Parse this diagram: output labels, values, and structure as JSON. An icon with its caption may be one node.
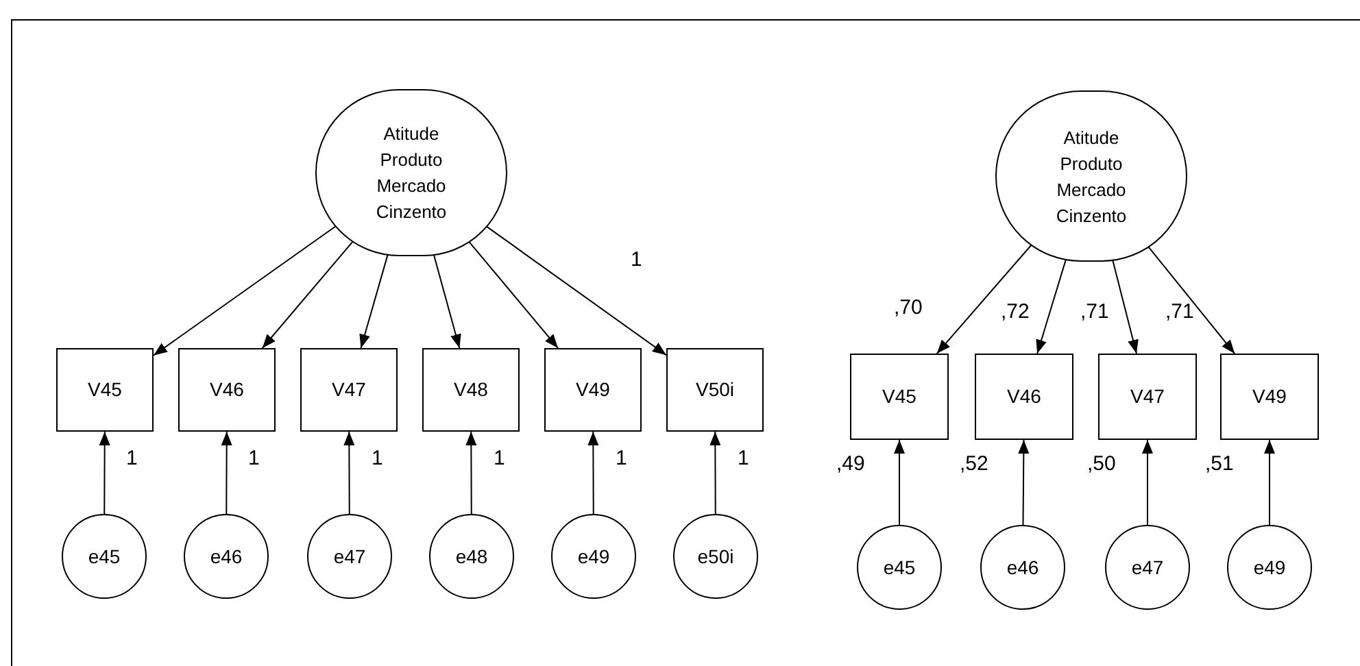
{
  "diagram": {
    "nodes": [
      {
        "text": [
          "Atitude Produto Mercado Cinzento"
        ]
      },
      {
        "text": [
          "V45"
        ]
      },
      {
        "text": [
          "V46"
        ]
      },
      {
        "text": [
          "V47"
        ]
      },
      {
        "text": [
          "V48"
        ]
      },
      {
        "text": [
          "V49"
        ]
      },
      {
        "text": [
          "V50i"
        ]
      },
      {
        "text": [
          "e45"
        ]
      },
      {
        "text": [
          "e46"
        ]
      },
      {
        "text": [
          "e47"
        ]
      },
      {
        "text": [
          "e48"
        ]
      },
      {
        "text": [
          "e49"
        ]
      },
      {
        "text": [
          "e50i"
        ]
      },
      {
        "text": [
          "Atitude Produto Mercado Cinzento"
        ]
      },
      {
        "text": [
          "V45"
        ],
        "beside": [
          ",49"
        ]
      },
      {
        "text": [
          "V46"
        ],
        "beside": [
          ",52"
        ]
      },
      {
        "text": [
          "V47"
        ],
        "beside": [
          ",50"
        ]
      },
      {
        "text": [
          "V49"
        ],
        "beside": [
          ",51"
        ]
      },
      {
        "text": [
          "e45"
        ]
      },
      {
        "text": [
          "e46"
        ]
      },
      {
        "text": [
          "e47"
        ]
      },
      {
        "text": [
          "e49"
        ]
      }
    ],
    "edges": [
      {
        "from": 0,
        "to": 1,
        "arrow": "to"
      },
      {
        "from": 0,
        "to": 2,
        "arrow": "to"
      },
      {
        "from": 0,
        "to": 3,
        "arrow": "to"
      },
      {
        "from": 0,
        "to": 4,
        "arrow": "to"
      },
      {
        "from": 0,
        "to": 5,
        "arrow": "to"
      },
      {
        "from": 0,
        "to": 6,
        "arrow": "to",
        "label": "1"
      },
      {
        "from": 7,
        "to": 1,
        "arrow": "to",
        "label": "1"
      },
      {
        "from": 8,
        "to": 2,
        "arrow": "to",
        "label": "1"
      },
      {
        "from": 9,
        "to": 3,
        "arrow": "to",
        "label": "1"
      },
      {
        "from": 10,
        "to": 4,
        "arrow": "to",
        "label": "1"
      },
      {
        "from": 11,
        "to": 5,
        "arrow": "to",
        "label": "1"
      },
      {
        "from": 12,
        "to": 6,
        "arrow": "to",
        "label": "1"
      },
      {
        "from": 13,
        "to": 14,
        "arrow": "to",
        "label": ",70"
      },
      {
        "from": 13,
        "to": 15,
        "arrow": "to",
        "label": ",72"
      },
      {
        "from": 13,
        "to": 16,
        "arrow": "to",
        "label": ",71"
      },
      {
        "from": 13,
        "to": 17,
        "arrow": "to",
        "label": ",71"
      },
      {
        "from": 18,
        "to": 14,
        "arrow": "to"
      },
      {
        "from": 19,
        "to": 15,
        "arrow": "to"
      },
      {
        "from": 20,
        "to": 16,
        "arrow": "to"
      },
      {
        "from": 21,
        "to": 17,
        "arrow": "to"
      }
    ]
  }
}
